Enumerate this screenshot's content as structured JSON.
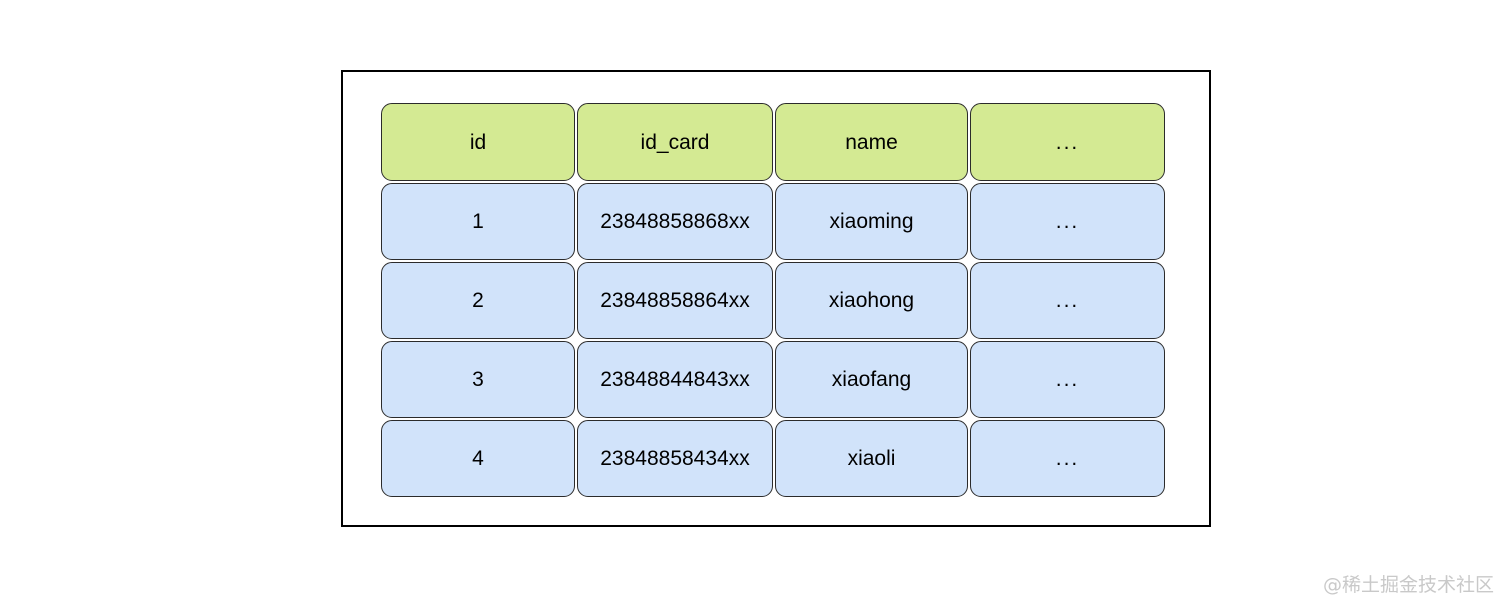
{
  "diagram": {
    "kind": "table-diagram",
    "colors": {
      "header_fill": "#d4ea93",
      "body_fill": "#d1e3fa",
      "cell_border": "#2b2b2b",
      "frame_border": "#000000",
      "background": "#ffffff",
      "watermark": "#c9c9c9"
    },
    "table": {
      "columns": [
        {
          "key": "id",
          "label": "id"
        },
        {
          "key": "id_card",
          "label": "id_card"
        },
        {
          "key": "name",
          "label": "name"
        },
        {
          "key": "more",
          "label": "..."
        }
      ],
      "rows": [
        {
          "id": "1",
          "id_card": "23848858868xx",
          "name": "xiaoming",
          "more": "..."
        },
        {
          "id": "2",
          "id_card": "23848858864xx",
          "name": "xiaohong",
          "more": "..."
        },
        {
          "id": "3",
          "id_card": "23848844843xx",
          "name": "xiaofang",
          "more": "..."
        },
        {
          "id": "4",
          "id_card": "23848858434xx",
          "name": "xiaoli",
          "more": "..."
        }
      ]
    }
  },
  "watermark": {
    "text": "@稀土掘金技术社区"
  }
}
